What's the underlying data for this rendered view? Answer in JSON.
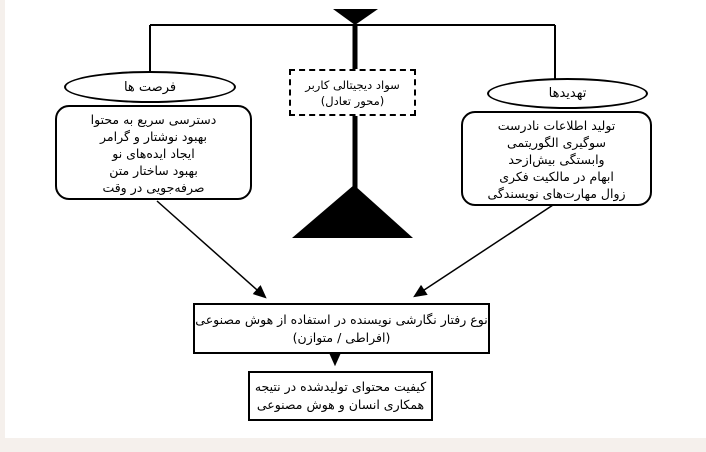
{
  "diagram": {
    "axis_box": {
      "line1": "سواد دیجیتالی کاربر",
      "line2": "(محور تعادل)"
    },
    "opportunities": {
      "title": "فرصت ها",
      "items": [
        "دسترسی سریع به محتوا",
        "بهبود نوشتار و گرامر",
        "ایجاد ایده‌های نو",
        "بهبود ساختار متن",
        "صرفه‌جویی در وقت"
      ]
    },
    "threats": {
      "title": "تهدیدها",
      "items": [
        "تولید اطلاعات نادرست",
        "سوگیری الگوریتمی",
        "وابستگی بیش‌ازحد",
        "ابهام در مالکیت فکری",
        "زوال مهارت‌های نویسندگی"
      ]
    },
    "behavior_box": {
      "line1": "نوع رفتار نگارشی نویسنده در استفاده از هوش مصنوعی",
      "line2": "(افراطی / متوازن)"
    },
    "quality_box": {
      "line1": "کیفیت محتوای تولیدشده در نتیجه",
      "line2": "همکاری انسان و هوش مصنوعی"
    },
    "colors": {
      "ink": "#000000",
      "page_background": "#ffffff",
      "frame_background": "#f5f0ec"
    }
  }
}
